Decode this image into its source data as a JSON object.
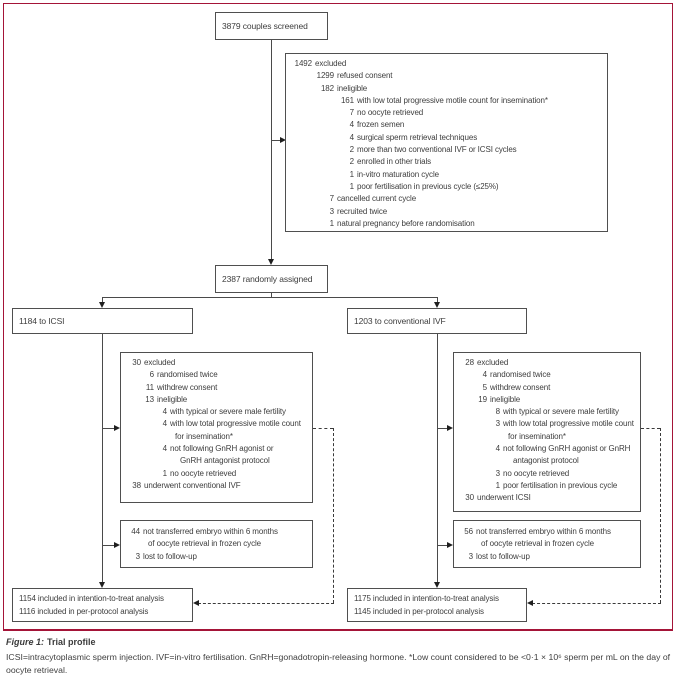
{
  "colors": {
    "frame_border": "#a41438",
    "box_border": "#4f4f4f",
    "text": "#3d3d3d"
  },
  "screened": {
    "text": "3879 couples screened"
  },
  "excluded_top": {
    "lines": [
      {
        "n": "1492",
        "t": "excluded"
      },
      {
        "n": "1299",
        "t": "refused consent"
      },
      {
        "n": "182",
        "t": "ineligible"
      },
      {
        "n": "161",
        "t": "with low total progressive motile count for insemination*"
      },
      {
        "n": "7",
        "t": "no oocyte retrieved"
      },
      {
        "n": "4",
        "t": "frozen semen"
      },
      {
        "n": "4",
        "t": "surgical sperm retrieval techniques"
      },
      {
        "n": "2",
        "t": "more than two conventional IVF or ICSI cycles"
      },
      {
        "n": "2",
        "t": "enrolled in other trials"
      },
      {
        "n": "1",
        "t": "in-vitro maturation cycle"
      },
      {
        "n": "1",
        "t": "poor fertilisation in previous cycle (≤25%)"
      },
      {
        "n": "7",
        "t": "cancelled current cycle"
      },
      {
        "n": "3",
        "t": "recruited twice"
      },
      {
        "n": "1",
        "t": "natural pregnancy before randomisation"
      }
    ]
  },
  "randomized": {
    "text": "2387 randomly assigned"
  },
  "arm_left": {
    "text": "1184 to ICSI"
  },
  "arm_right": {
    "text": "1203 to conventional IVF"
  },
  "excl_left": {
    "lines": [
      {
        "n": "30",
        "t": "excluded"
      },
      {
        "n": "6",
        "t": "randomised twice"
      },
      {
        "n": "11",
        "t": "withdrew consent"
      },
      {
        "n": "13",
        "t": "ineligible"
      },
      {
        "n": "4",
        "t": "with typical or severe male fertility"
      },
      {
        "n": "4",
        "t": "with low total progressive motile count"
      },
      {
        "n": "",
        "t": "for insemination*"
      },
      {
        "n": "4",
        "t": "not following GnRH agonist or"
      },
      {
        "n": "",
        "t": "GnRH antagonist protocol"
      },
      {
        "n": "1",
        "t": "no oocyte retrieved"
      },
      {
        "n": "38",
        "t": "underwent conventional IVF"
      }
    ]
  },
  "excl_right": {
    "lines": [
      {
        "n": "28",
        "t": "excluded"
      },
      {
        "n": "4",
        "t": "randomised twice"
      },
      {
        "n": "5",
        "t": "withdrew consent"
      },
      {
        "n": "19",
        "t": "ineligible"
      },
      {
        "n": "8",
        "t": "with typical or severe male fertility"
      },
      {
        "n": "3",
        "t": "with low total progressive motile count"
      },
      {
        "n": "",
        "t": "for insemination*"
      },
      {
        "n": "4",
        "t": "not following GnRH agonist or GnRH"
      },
      {
        "n": "",
        "t": "antagonist protocol"
      },
      {
        "n": "3",
        "t": "no oocyte retrieved"
      },
      {
        "n": "1",
        "t": "poor fertilisation in previous cycle"
      },
      {
        "n": "30",
        "t": "underwent ICSI"
      }
    ]
  },
  "frozen_left": {
    "lines": [
      {
        "n": "44",
        "t": "not transferred embryo within 6 months"
      },
      {
        "n": "",
        "t": "of oocyte retrieval in frozen cycle"
      },
      {
        "n": "3",
        "t": "lost to follow-up"
      }
    ]
  },
  "frozen_right": {
    "lines": [
      {
        "n": "56",
        "t": "not transferred embryo within 6 months"
      },
      {
        "n": "",
        "t": "of oocyte retrieval in frozen cycle"
      },
      {
        "n": "3",
        "t": "lost to follow-up"
      }
    ]
  },
  "analysis_left": {
    "lines": [
      "1154 included in intention-to-treat analysis",
      "1116 included in per-protocol analysis"
    ]
  },
  "analysis_right": {
    "lines": [
      "1175 included in intention-to-treat analysis",
      "1145 included in per-protocol analysis"
    ]
  },
  "caption": {
    "label": "Figure 1:",
    "title": "Trial profile",
    "body": "ICSI=intracytoplasmic sperm injection. IVF=in-vitro fertilisation. GnRH=gonadotropin-releasing hormone. *Low count considered to be <0·1 × 10⁶ sperm per mL on the day of oocyte retrieval."
  }
}
